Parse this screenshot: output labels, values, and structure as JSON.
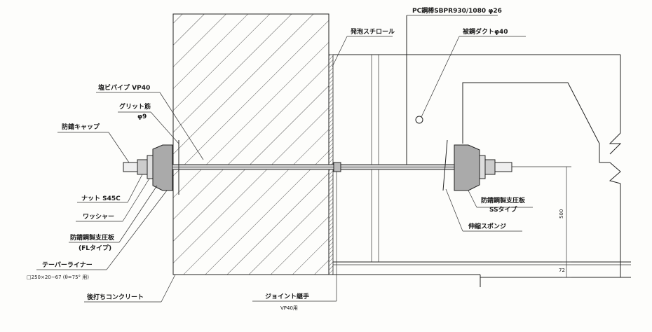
{
  "labels": {
    "pc_steel": "PC鋼棒SBPR930/1080 φ26",
    "foam": "発泡スチロール",
    "sheath": "被鋼ダクトφ40",
    "pvc_pipe": "塩ビパイプ VP40",
    "grit_bar": "グリット筋",
    "grit_dia": "φ9",
    "cap": "防錆キャップ",
    "nut": "ナット S45C",
    "washer": "ワッシャー",
    "plate_fl": "防錆鋼製支圧板",
    "plate_fl_type": "(FLタイプ)",
    "taper": "テーパーライナー",
    "taper_spec": "□250×20~67 (θ=75° 用)",
    "concrete": "後打ちコンクリート",
    "joint": "ジョイント継手",
    "joint_spec": "VP40用",
    "plate_ss": "防錆鋼製支圧板",
    "plate_ss_type": "SSタイプ",
    "sponge": "伸縮スポンジ",
    "dim_500": "500",
    "dim_72": "72"
  }
}
